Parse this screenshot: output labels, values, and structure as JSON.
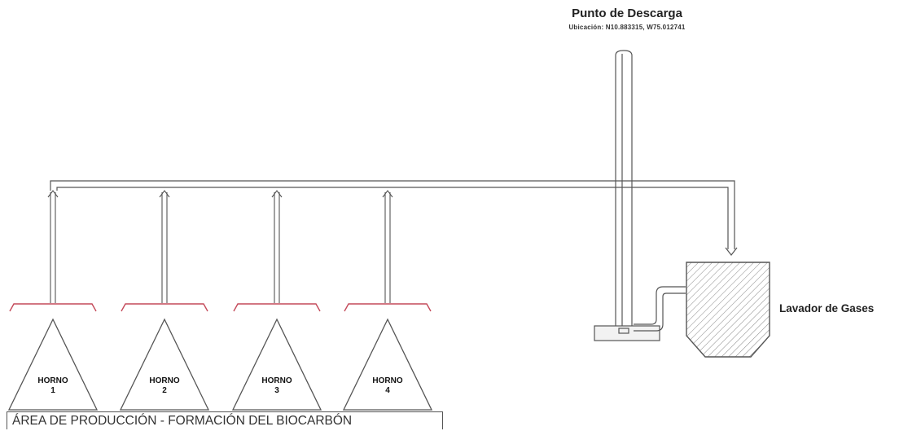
{
  "discharge_point": {
    "title": "Punto de Descarga",
    "location": "Ubicación: N10.883315, W75.012741"
  },
  "scrubber": {
    "label": "Lavador de Gases"
  },
  "kilns": [
    {
      "name": "HORNO",
      "number": "1"
    },
    {
      "name": "HORNO",
      "number": "2"
    },
    {
      "name": "HORNO",
      "number": "3"
    },
    {
      "name": "HORNO",
      "number": "4"
    }
  ],
  "production_area": {
    "label": "ÁREA DE PRODUCCIÓN - FORMACIÓN DEL BIOCARBÓN"
  },
  "colors": {
    "line": "#555555",
    "hood": "#c44a5a",
    "hatch": "#777777"
  }
}
